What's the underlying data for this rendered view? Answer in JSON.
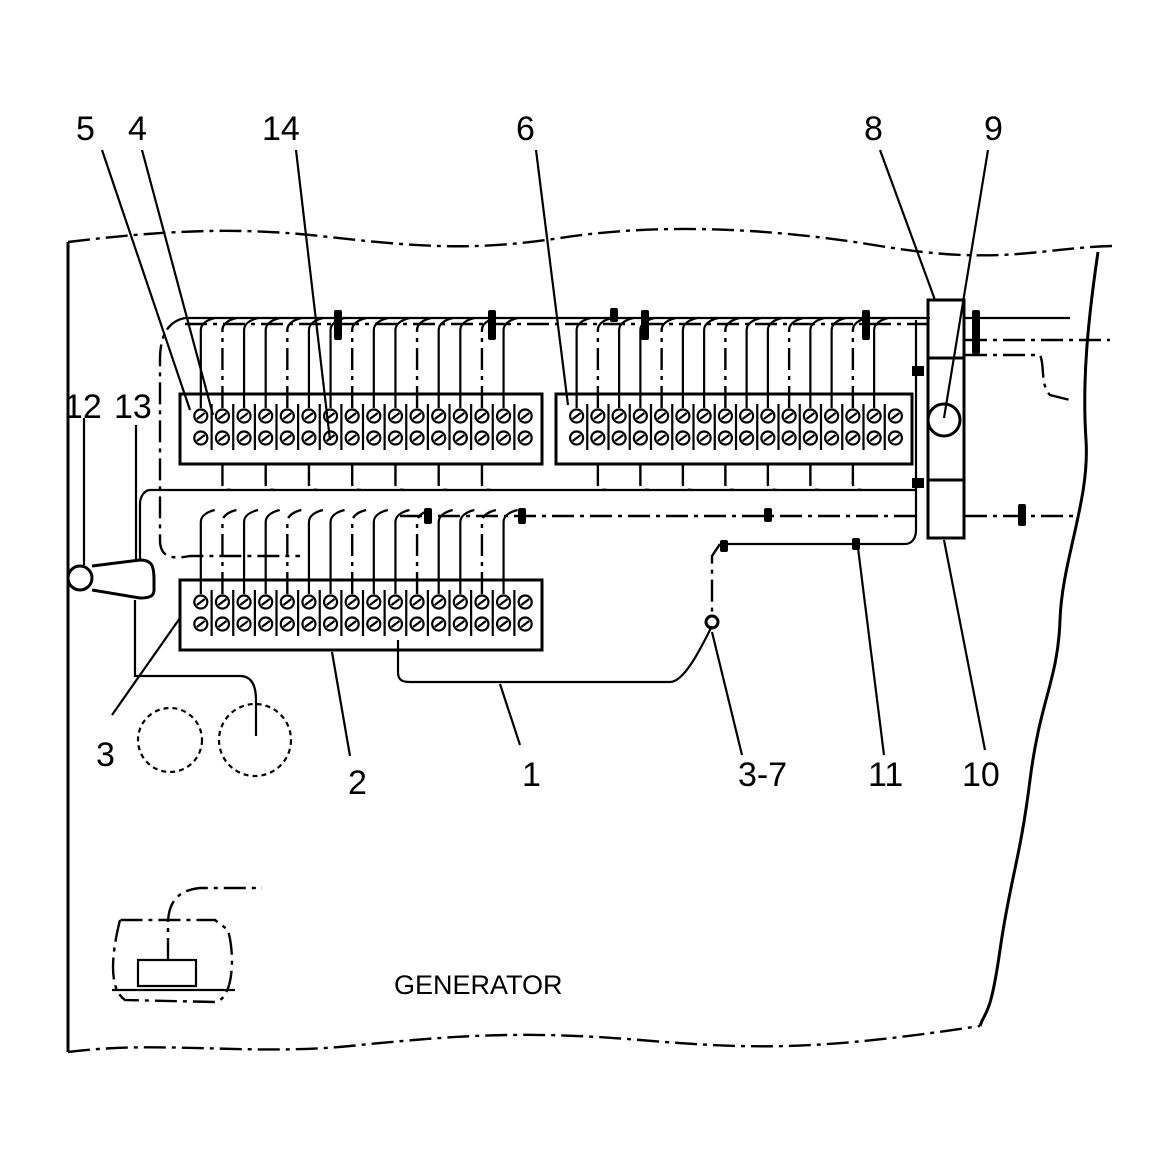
{
  "diagram": {
    "caption": "GENERATOR",
    "callouts": [
      {
        "id": "5",
        "text": "5"
      },
      {
        "id": "4",
        "text": "4"
      },
      {
        "id": "14",
        "text": "14"
      },
      {
        "id": "6",
        "text": "6"
      },
      {
        "id": "8",
        "text": "8"
      },
      {
        "id": "9",
        "text": "9"
      },
      {
        "id": "12",
        "text": "12"
      },
      {
        "id": "13",
        "text": "13"
      },
      {
        "id": "3",
        "text": "3"
      },
      {
        "id": "2",
        "text": "2"
      },
      {
        "id": "1",
        "text": "1"
      },
      {
        "id": "3-7",
        "text": "3-7"
      },
      {
        "id": "11",
        "text": "11"
      },
      {
        "id": "10",
        "text": "10"
      }
    ],
    "terminal_strips": [
      {
        "name": "upper-left-terminal-strip",
        "terminals": 16
      },
      {
        "name": "upper-right-terminal-strip",
        "terminals": 16
      },
      {
        "name": "lower-terminal-strip",
        "terminals": 16
      }
    ]
  }
}
